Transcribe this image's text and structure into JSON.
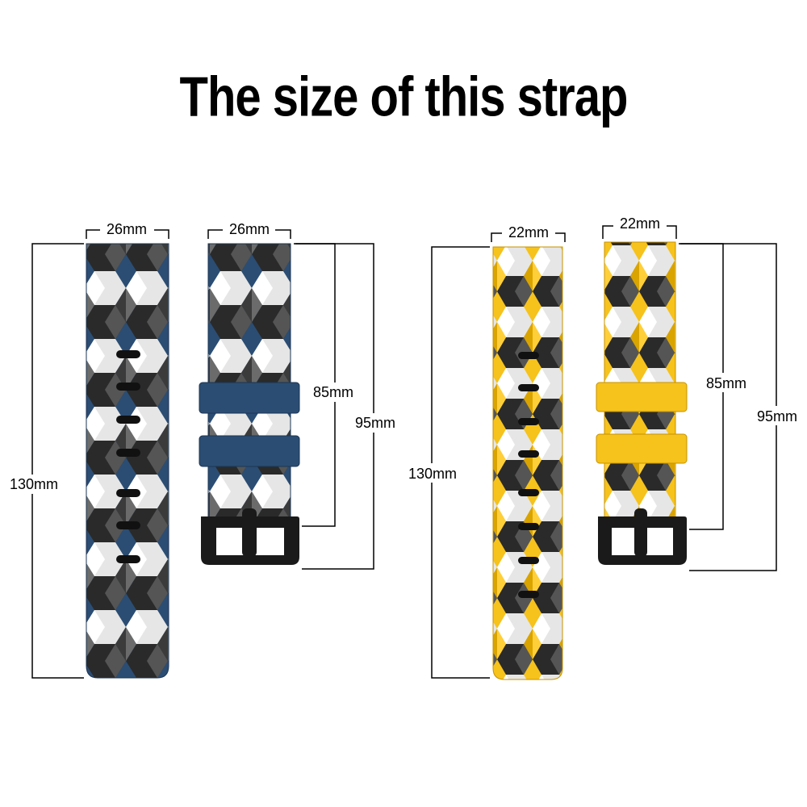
{
  "title": "The size of this strap",
  "colors": {
    "blue_strap": "#2b4d73",
    "yellow_strap": "#f6c21c",
    "white_facet": "#e8e8e8",
    "black_facet": "#2a2a2a",
    "grey_facet": "#6b6b6b",
    "buckle": "#1a1a1a"
  },
  "blue_set": {
    "long_width_label": "26mm",
    "long_length_label": "130mm",
    "short_width_label": "26mm",
    "short_inner_label": "85mm",
    "short_outer_label": "95mm"
  },
  "yellow_set": {
    "long_width_label": "22mm",
    "long_length_label": "130mm",
    "short_width_label": "22mm",
    "short_inner_label": "85mm",
    "short_outer_label": "95mm"
  }
}
